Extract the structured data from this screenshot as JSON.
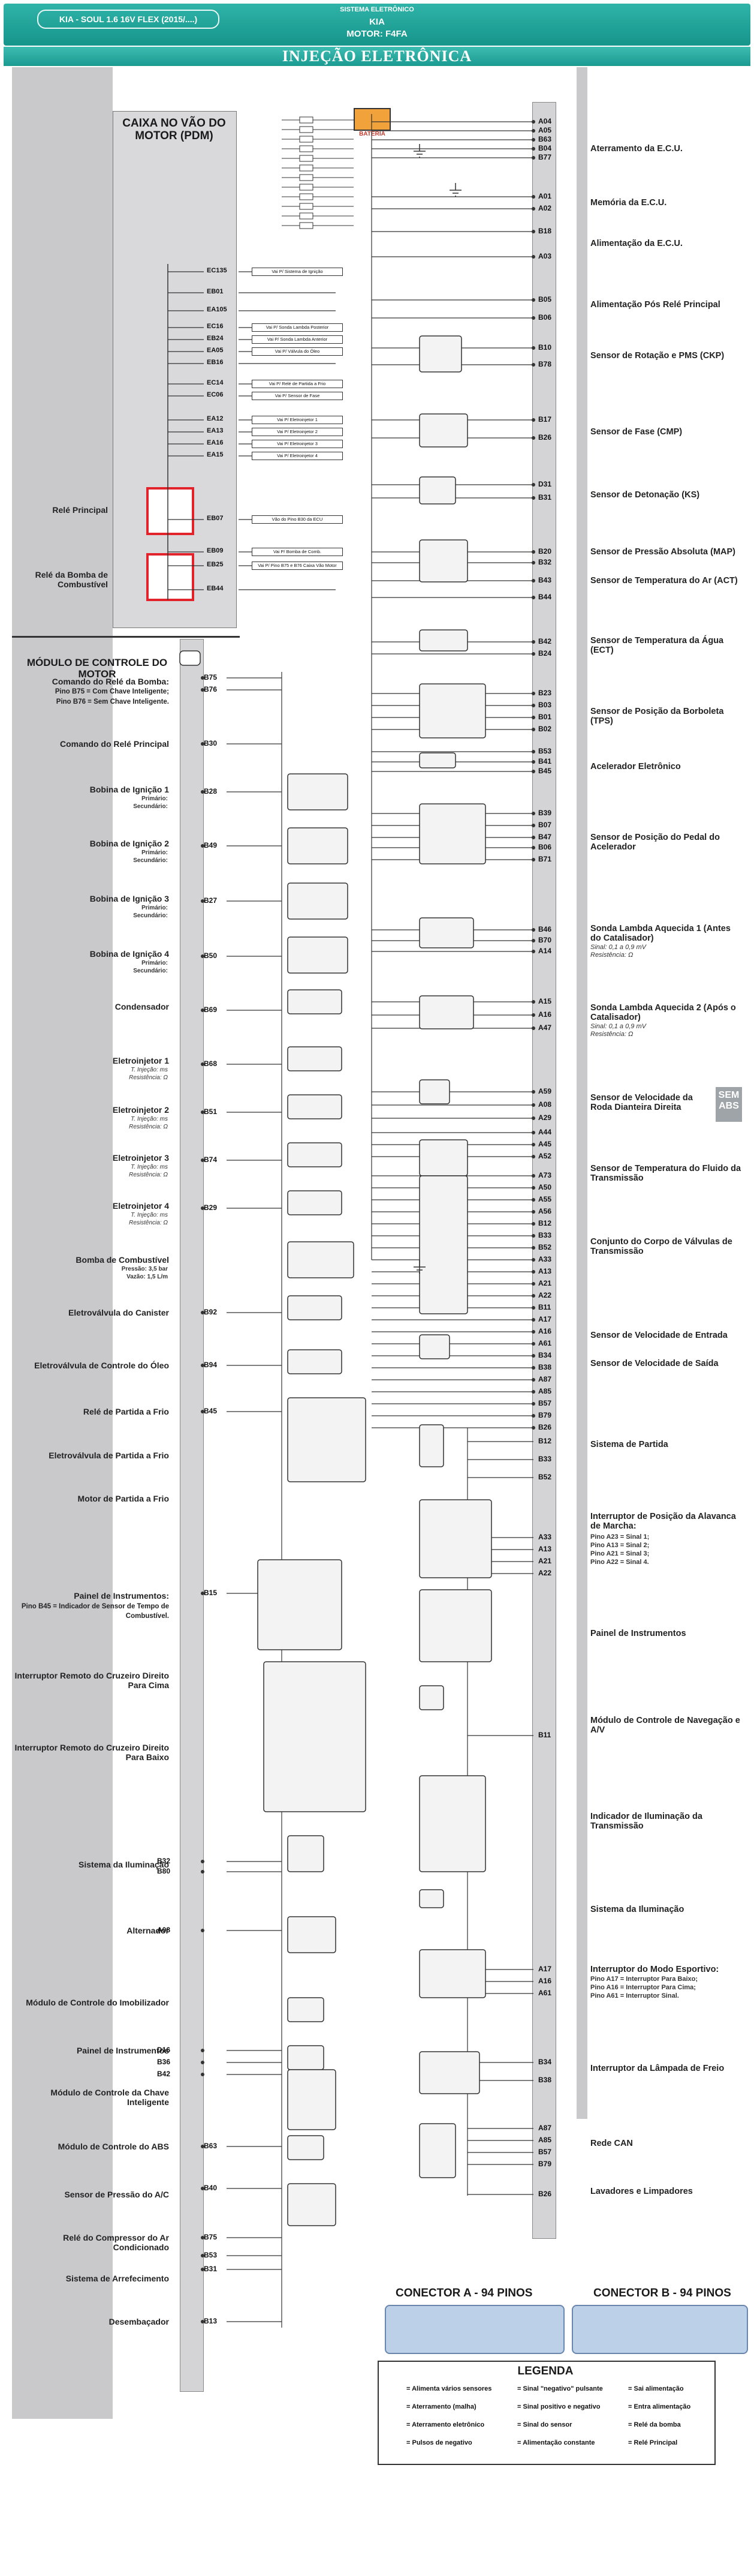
{
  "header": {
    "tag": "KIA - SOUL 1.6 16V FLEX (2015/....)",
    "system": "SISTEMA ELETRÔNICO",
    "brand": "KIA",
    "motor": "MOTOR: F4FA",
    "band": "INJEÇÃO ELETRÔNICA"
  },
  "pdm": {
    "title": "CAIXA NO VÃO DO MOTOR (PDM)"
  },
  "module": {
    "title": "MÓDULO DE CONTROLE DO MOTOR"
  },
  "battery_label": "BATERIA",
  "left_labels": [
    {
      "text": "Relé Principal"
    },
    {
      "text": "Relé da Bomba de Combustível"
    },
    {
      "text": "Comando do Relé da Bomba:"
    },
    {
      "text": "Pino B75 = Com Chave Inteligente;"
    },
    {
      "text": "Pino B76 = Sem Chave Inteligente."
    },
    {
      "text": "Comando do Relé Principal"
    },
    {
      "text": "Bobina de Ignição 1"
    },
    {
      "text": "Bobina de Ignição 2"
    },
    {
      "text": "Bobina de Ignição 3"
    },
    {
      "text": "Bobina de Ignição 4"
    },
    {
      "text": "Condensador"
    },
    {
      "text": "Eletroinjetor 1"
    },
    {
      "text": "Eletroinjetor 2"
    },
    {
      "text": "Eletroinjetor 3"
    },
    {
      "text": "Eletroinjetor 4"
    },
    {
      "text": "Bomba de Combustível"
    },
    {
      "text": "Eletroválvula do Canister"
    },
    {
      "text": "Eletroválvula de Controle do Óleo"
    },
    {
      "text": "Relé de Partida a Frio"
    },
    {
      "text": "Eletroválvula de Partida a Frio"
    },
    {
      "text": "Motor de Partida a Frio"
    },
    {
      "text": "Painel de Instrumentos:"
    },
    {
      "text": "Pino B45 = Indicador de Sensor de Tempo de Combustível."
    },
    {
      "text": "Interruptor Remoto do Cruzeiro Direito Para Cima"
    },
    {
      "text": "Interruptor Remoto do Cruzeiro Direito Para Baixo"
    },
    {
      "text": "Sistema da Iluminação"
    },
    {
      "text": "Alternador"
    },
    {
      "text": "Módulo de Controle do Imobilizador"
    },
    {
      "text": "Painel de Instrumentos"
    },
    {
      "text": "Módulo de Controle da Chave Inteligente"
    },
    {
      "text": "Módulo de Controle do ABS"
    },
    {
      "text": "Sensor de Pressão do A/C"
    },
    {
      "text": "Relé do Compressor do Ar Condicionado"
    },
    {
      "text": "Sistema de Arrefecimento"
    },
    {
      "text": "Desembaçador"
    }
  ],
  "coil_sub": [
    "Primário:",
    "Secundário:"
  ],
  "inj_sub": [
    "T. Injeção: ms",
    "Resistência: Ω"
  ],
  "pump_sub": [
    "Pressão: 3,5 bar",
    "Vazão: 1,5 L/m"
  ],
  "right_labels": [
    {
      "text": "Aterramento da E.C.U."
    },
    {
      "text": "Memória da E.C.U."
    },
    {
      "text": "Alimentação da E.C.U."
    },
    {
      "text": "Alimentação Pós Relé Principal"
    },
    {
      "text": "Sensor de Rotação e PMS (CKP)"
    },
    {
      "text": "Sensor de Fase (CMP)"
    },
    {
      "text": "Sensor de Detonação (KS)"
    },
    {
      "text": "Sensor de Pressão Absoluta (MAP)"
    },
    {
      "text": "Sensor de Temperatura do Ar (ACT)"
    },
    {
      "text": "Sensor de Temperatura da Água (ECT)"
    },
    {
      "text": "Sensor de Posição da Borboleta (TPS)"
    },
    {
      "text": "Acelerador Eletrônico"
    },
    {
      "text": "Sensor de Posição do Pedal do Acelerador"
    },
    {
      "text": "Sonda Lambda Aquecida 1 (Antes do Catalisador)"
    },
    {
      "text": "Sonda Lambda Aquecida 2 (Após o Catalisador)"
    },
    {
      "text": "Sensor de Velocidade da Roda Dianteira Direita"
    },
    {
      "text": "Sensor de Temperatura do Fluido da Transmissão"
    },
    {
      "text": "Conjunto do Corpo de Válvulas de Transmissão"
    },
    {
      "text": "Sensor de Velocidade de Entrada"
    },
    {
      "text": "Sensor de Velocidade de Saída"
    },
    {
      "text": "Sistema de Partida"
    },
    {
      "text": "Interruptor de Posição da Alavanca de Marcha:"
    },
    {
      "text": "Painel de Instrumentos"
    },
    {
      "text": "Módulo de Controle de Navegação e A/V"
    },
    {
      "text": "Indicador de Iluminação da Transmissão"
    },
    {
      "text": "Sistema da Iluminação"
    },
    {
      "text": "Interruptor do Modo Esportivo:"
    },
    {
      "text": "Interruptor da Lâmpada de Freio"
    },
    {
      "text": "Rede CAN"
    },
    {
      "text": "Lavadores e Limpadores"
    }
  ],
  "lambda_sub": [
    "Sinal: 0,1 a 0,9 mV",
    "Resistência: Ω"
  ],
  "gear_sub": [
    "Pino A23 = Sinal 1;",
    "Pino A13 = Sinal 2;",
    "Pino A21 = Sinal 3;",
    "Pino A22 = Sinal 4."
  ],
  "sport_sub": [
    "Pino A17 = Interruptor Para Baixo;",
    "Pino A16 = Interruptor Para Cima;",
    "Pino A61 = Interruptor Sinal."
  ],
  "abs_tag": "SEM ABS",
  "ecu_pins_right": [
    "A04",
    "A05",
    "B63",
    "B04",
    "B77",
    "A01",
    "A02",
    "B18",
    "A03",
    "B05",
    "B06",
    "B10",
    "B78",
    "B17",
    "B26",
    "D31",
    "B31",
    "B20",
    "B32",
    "B43",
    "B44",
    "B42",
    "B24",
    "B23",
    "B03",
    "B01",
    "B02",
    "B53",
    "B41",
    "B45",
    "B39",
    "B07",
    "B47",
    "B06",
    "B71",
    "B46",
    "B70",
    "A14",
    "A15",
    "A16",
    "A47",
    "A59",
    "A08",
    "A29",
    "A44",
    "A45",
    "A52",
    "A73",
    "A50",
    "A55",
    "A56",
    "B12",
    "B33",
    "B52",
    "A33",
    "A13",
    "A21",
    "A22",
    "B11",
    "A17",
    "A16",
    "A61",
    "B34",
    "B38",
    "A87",
    "A85",
    "B57",
    "B79",
    "B26"
  ],
  "ecu_pins_left": [
    "B75",
    "B76",
    "B30",
    "B28",
    "B49",
    "B27",
    "B50",
    "B69",
    "B68",
    "B51",
    "B74",
    "B29",
    "B92",
    "B94",
    "B45",
    "B15",
    "B32",
    "B80",
    "A08",
    "D16",
    "B36",
    "B42",
    "B63",
    "B40",
    "B75",
    "B53",
    "B31",
    "B13"
  ],
  "pdm_pins": [
    "EC135",
    "EB01",
    "EA105",
    "EC16",
    "EB24",
    "EA05",
    "EB16",
    "EC14",
    "EC06",
    "EA12",
    "EA13",
    "EA16",
    "EA15",
    "EB07",
    "EB09",
    "EB25",
    "EB44"
  ],
  "wire_labels": [
    "Vai P/ Sistema de Ignição",
    "Vai P/ Sonda Lambda Posterior",
    "Vai P/ Sonda Lambda Anterior",
    "Vai P/ Válvula do Óleo",
    "Vai P/ Relé de Partida a Frio",
    "Vai P/ Sensor de Fase",
    "Vai P/ Eletroinjetor 1",
    "Vai P/ Eletroinjetor 2",
    "Vai P/ Eletroinjetor 3",
    "Vai P/ Eletroinjetor 4",
    "Vão do Pino B30 da ECU",
    "Vai P/ Bomba de Comb.",
    "Vai P/ Pino B75 e B76 Caixa Vão Motor"
  ],
  "connectors": {
    "a_title": "CONECTOR A - 94 PINOS",
    "b_title": "CONECTOR B - 94 PINOS"
  },
  "legend": {
    "title": "LEGENDA",
    "items": [
      "= Alimenta vários sensores",
      "= Sinal \"negativo\" pulsante",
      "= Sai alimentação",
      "= Aterramento (malha)",
      "= Sinal positivo e negativo",
      "= Entra alimentação",
      "= Aterramento eletrônico",
      "= Sinal do sensor",
      "= Relé da bomba",
      "= Pulsos de negativo",
      "= Alimentação constante",
      "= Relé Principal"
    ]
  },
  "colors": {
    "teal": "#1fa196",
    "relay_red": "#e3232b",
    "grey": "#c9c9cb",
    "connector_blue": "#bcd0e8"
  }
}
